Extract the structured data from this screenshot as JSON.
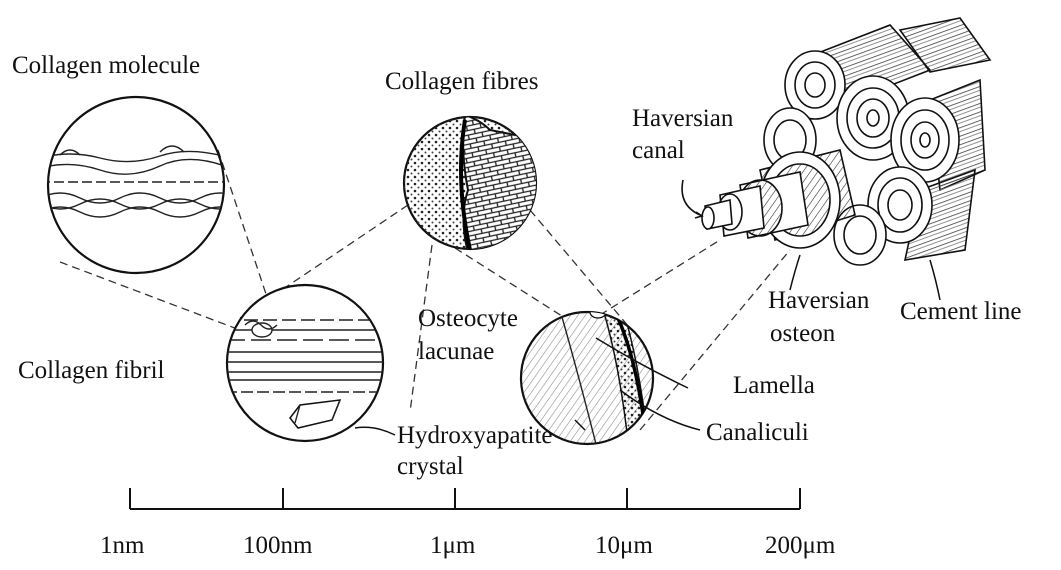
{
  "labels": {
    "collagen_molecule": "Collagen molecule",
    "collagen_fibres": "Collagen fibres",
    "haversian_canal_1": "Haversian",
    "haversian_canal_2": "canal",
    "collagen_fibril": "Collagen fibril",
    "osteocyte_1": "Osteocyte",
    "osteocyte_2": "lacunae",
    "hydroxyapatite_1": "Hydroxyapatite",
    "hydroxyapatite_2": "crystal",
    "lamella": "Lamella",
    "canaliculi": "Canaliculi",
    "haversian_osteon_1": "Haversian",
    "haversian_osteon_2": "osteon",
    "cement_line": "Cement line"
  },
  "scale": {
    "ticks": [
      "1nm",
      "100nm",
      "1μm",
      "10μm",
      "200μm"
    ]
  }
}
